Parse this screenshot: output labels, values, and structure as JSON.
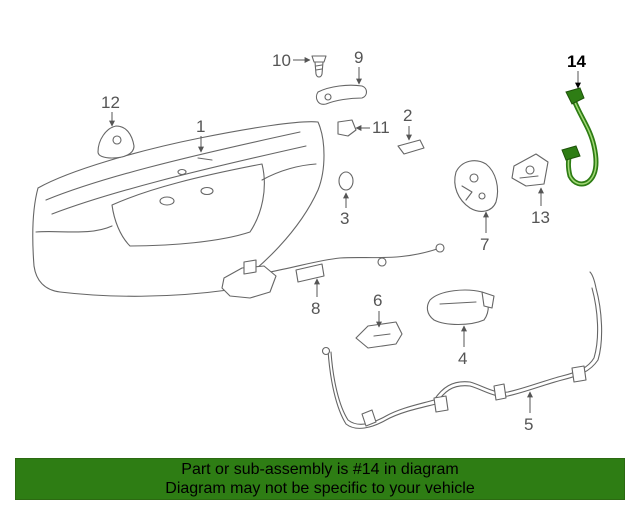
{
  "colors": {
    "highlight": "#2e7d14",
    "banner_bg": "#2e7d14",
    "line": "#666666",
    "callout_text": "#555555"
  },
  "callouts": {
    "p1": "1",
    "p2": "2",
    "p3": "3",
    "p4": "4",
    "p5": "5",
    "p6": "6",
    "p7": "7",
    "p8": "8",
    "p9": "9",
    "p10": "10",
    "p11": "11",
    "p12": "12",
    "p13": "13",
    "p14": "14"
  },
  "highlighted_part": "14",
  "banner": {
    "line1": "Part or sub-assembly is #14 in diagram",
    "line2": "Diagram may not be specific to your vehicle"
  }
}
